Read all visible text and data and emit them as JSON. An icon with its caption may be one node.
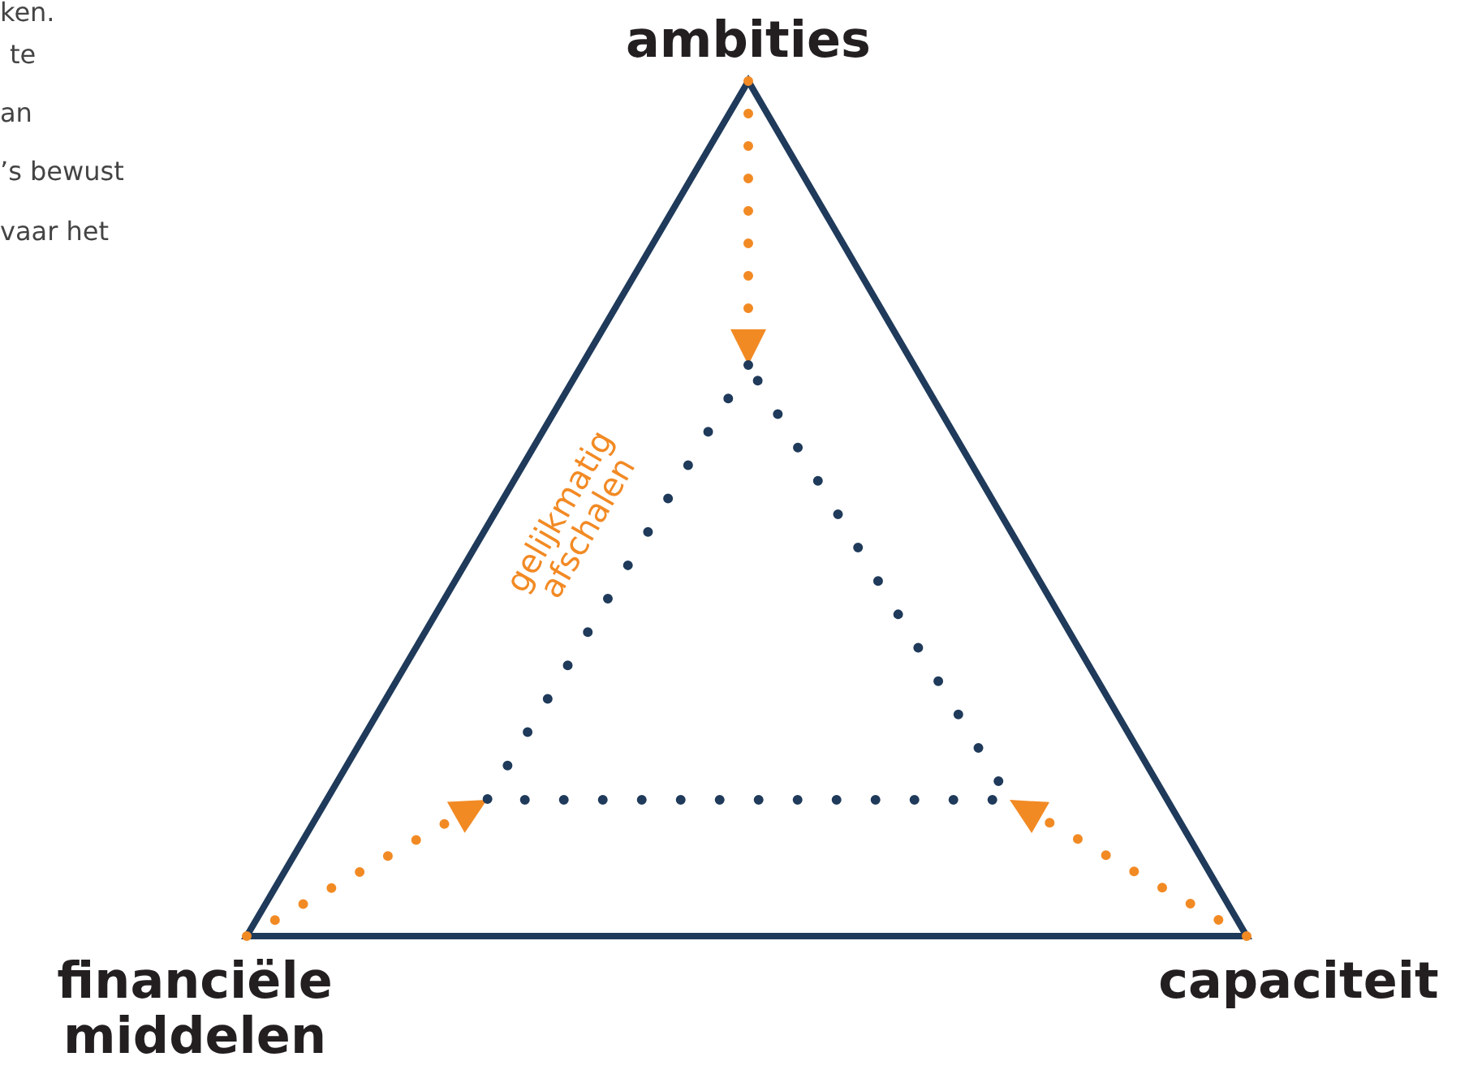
{
  "diagram": {
    "nodes": [
      {
        "text": [
          "ambities"
        ]
      },
      {
        "text": [
          "financiële middelen"
        ]
      },
      {
        "text": [
          "capaciteit"
        ]
      },
      {
        "text": [],
        "shape": "triangle"
      }
    ],
    "edges": [
      {
        "from": 0,
        "to": 3,
        "arrow": "to"
      },
      {
        "from": 1,
        "to": 3,
        "arrow": "to"
      },
      {
        "from": 2,
        "to": 3,
        "arrow": "to"
      }
    ],
    "labels": [
      "ken.",
      "te",
      "an",
      "’s bewust",
      "vaar het",
      "gelijkmatig afschalen"
    ]
  }
}
